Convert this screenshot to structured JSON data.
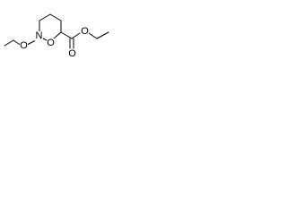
{
  "molecule": {
    "atoms": {
      "ring_nitrogen": "N",
      "ring_oxygen": "O",
      "ethoxy_oxygen": "O",
      "carbonyl_oxygen": "O",
      "ester_oxygen": "O"
    }
  },
  "colors": {
    "bond": "#000000",
    "label": "#000000",
    "background": "#ffffff"
  }
}
